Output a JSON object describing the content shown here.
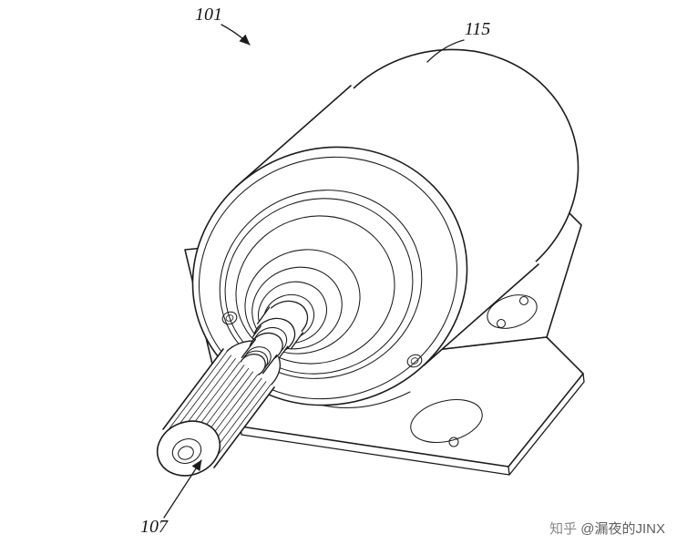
{
  "figure": {
    "labels": {
      "ref_main": "101",
      "ref_housing": "115",
      "ref_shaft": "107"
    }
  },
  "watermark": {
    "prefix": "知乎 ",
    "handle": "@漏夜的JINX"
  },
  "colors": {
    "line": "#1c1c1c",
    "background": "#ffffff",
    "watermark_light": "#8a8a8a",
    "watermark_dark": "#5f5f5f"
  }
}
